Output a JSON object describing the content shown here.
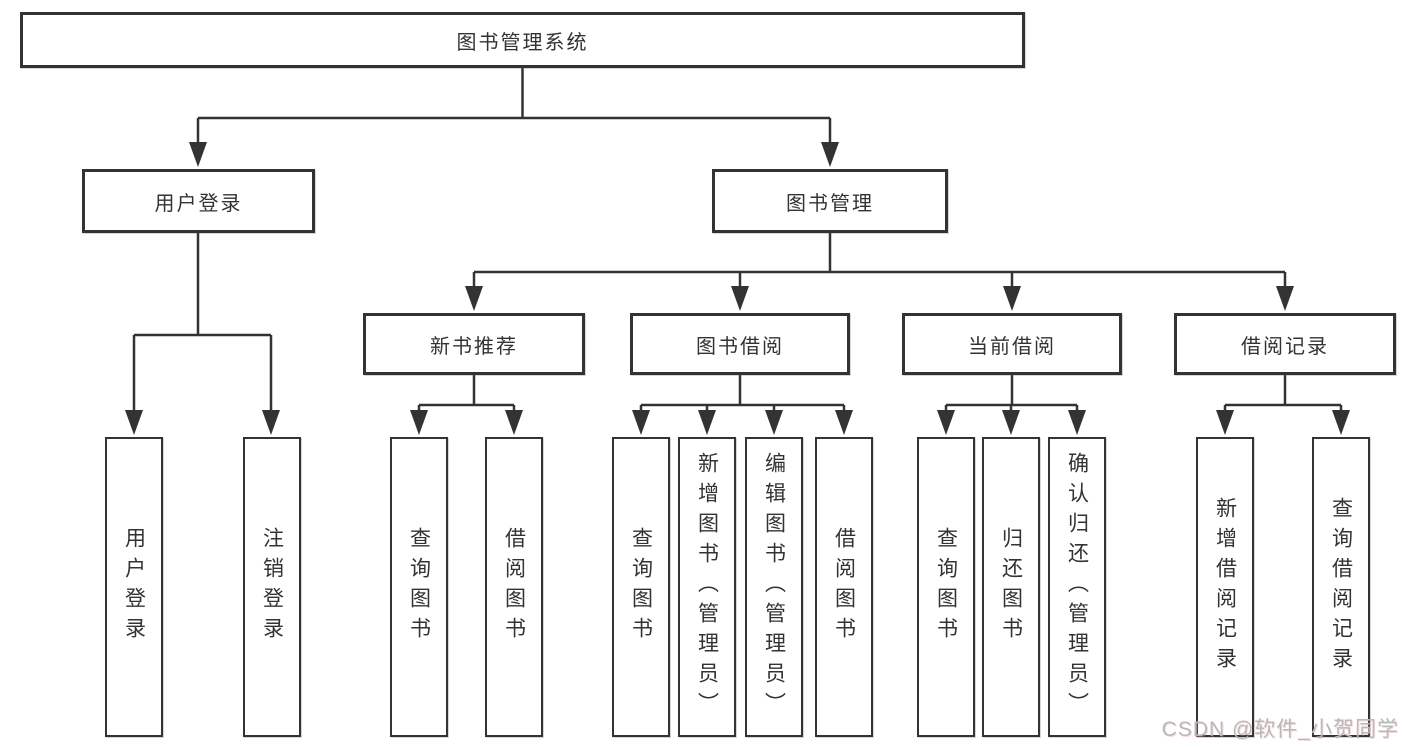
{
  "diagram_title": "图书管理系统",
  "watermark": "CSDN @软件_小贺同学",
  "colors": {
    "line": "#333333",
    "text": "#333333",
    "background": "#ffffff",
    "watermark": "#b9b9b9"
  },
  "nodes": {
    "root": {
      "label": "图书管理系统"
    },
    "level2": [
      {
        "label": "用户登录"
      },
      {
        "label": "图书管理"
      }
    ],
    "level3": [
      {
        "label": "新书推荐"
      },
      {
        "label": "图书借阅"
      },
      {
        "label": "当前借阅"
      },
      {
        "label": "借阅记录"
      }
    ],
    "leaves": {
      "user_login": [
        {
          "label": "用户登录"
        },
        {
          "label": "注销登录"
        }
      ],
      "new_book_recommend": [
        {
          "label": "查询图书"
        },
        {
          "label": "借阅图书"
        }
      ],
      "book_borrow": [
        {
          "label": "查询图书"
        },
        {
          "label": "新增图书（管理员）"
        },
        {
          "label": "编辑图书（管理员）"
        },
        {
          "label": "借阅图书"
        }
      ],
      "current_borrow": [
        {
          "label": "查询图书"
        },
        {
          "label": "归还图书"
        },
        {
          "label": "确认归还（管理员）"
        }
      ],
      "borrow_record": [
        {
          "label": "新增借阅记录"
        },
        {
          "label": "查询借阅记录"
        }
      ]
    }
  }
}
